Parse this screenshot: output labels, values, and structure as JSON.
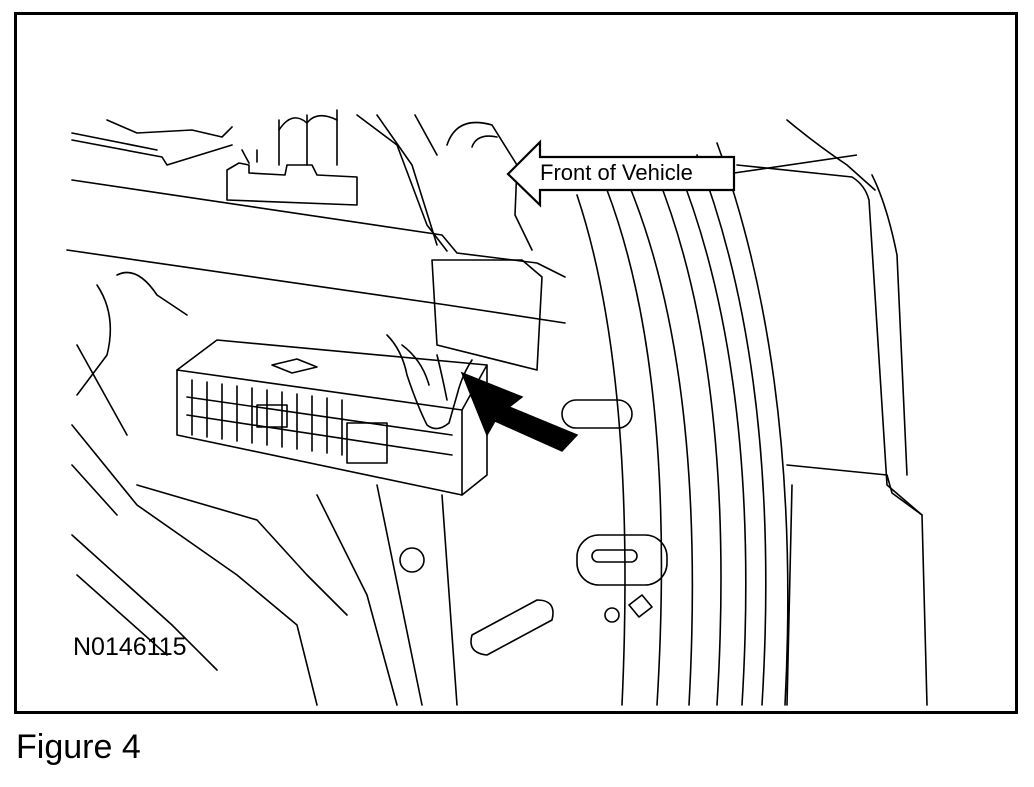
{
  "figure": {
    "caption": "Figure 4",
    "identifier": "N0146115",
    "callout_label": "Front of Vehicle"
  },
  "colors": {
    "line": "#000000",
    "background": "#ffffff"
  }
}
